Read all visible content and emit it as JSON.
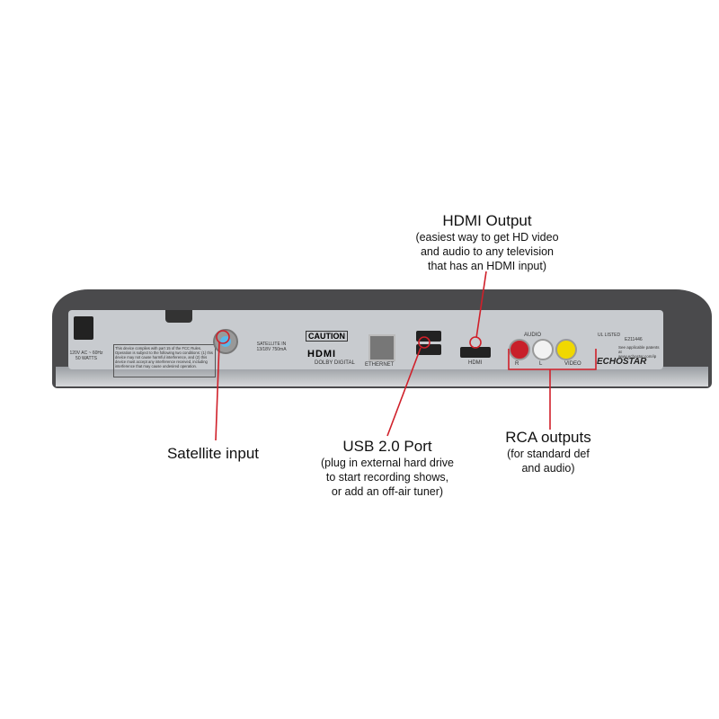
{
  "annotations": {
    "hdmi": {
      "title": "HDMI Output",
      "lines": [
        "(easiest way to get HD video",
        "and audio to any television",
        "that has an HDMI input)"
      ]
    },
    "satellite": {
      "title": "Satellite input"
    },
    "usb": {
      "title": "USB 2.0 Port",
      "lines": [
        "(plug in external hard drive",
        "to start recording shows,",
        "or add an off-air tuner)"
      ]
    },
    "rca": {
      "title": "RCA outputs",
      "lines": [
        "(for standard def",
        "and audio)"
      ]
    }
  },
  "device": {
    "power_label": "120V AC ~ 60Hz 50 WATTS",
    "fcc_text": "This device complies with part 15 of the FCC Rules. Operation is subject to the following two conditions: (1) this device may not cause harmful interference, and (2) this device must accept any interference received, including interference that may cause undesired operation.",
    "satellite_label": "SATELLITE IN 13/18V 750mA",
    "caution": "CAUTION",
    "hdmi_logo": "HDMI",
    "dolby": "DOLBY DIGITAL",
    "ethernet": "ETHERNET",
    "hdmi_port": "HDMI",
    "audio": "AUDIO",
    "r": "R",
    "l": "L",
    "video": "VIDEO",
    "ul": "UL LISTED",
    "ul_code": "E211446",
    "patents": "See applicable patents at www.echostar.com/ip",
    "brand": "ECHOSTAR"
  },
  "colors": {
    "annotation": "#d0202a",
    "rca_red": "#c8202a",
    "rca_white": "#f2f2f2",
    "rca_yellow": "#f0d800"
  }
}
